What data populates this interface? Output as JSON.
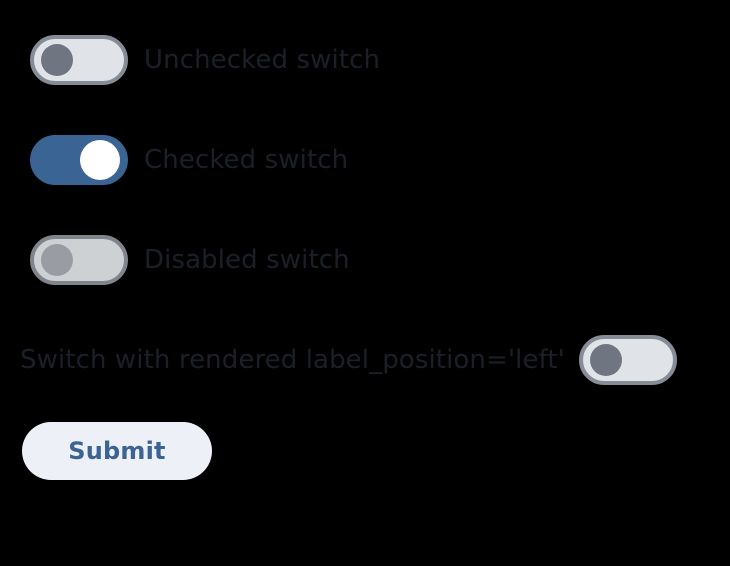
{
  "theme": {
    "background": "#000000",
    "label_color": "#1b2028",
    "track_off_color": "#e0e3e7",
    "track_off_border": "#858c95",
    "thumb_off_color": "#6f7681",
    "thumb_disabled_color": "#a7abb1",
    "track_on_color": "#3a6493",
    "thumb_on_color": "#ffffff",
    "button_background": "#eef0f8",
    "button_text_color": "#3b6394"
  },
  "switches": [
    {
      "name": "unchecked-switch",
      "label": "Unchecked switch",
      "state": "off",
      "checked": false,
      "disabled": false,
      "label_position": "right"
    },
    {
      "name": "checked-switch",
      "label": "Checked switch",
      "state": "on",
      "checked": true,
      "disabled": false,
      "label_position": "right"
    },
    {
      "name": "disabled-switch",
      "label": "Disabled switch",
      "state": "off",
      "checked": false,
      "disabled": true,
      "label_position": "right"
    },
    {
      "name": "label-left-switch",
      "label": "Switch with rendered label_position='left'",
      "state": "off",
      "checked": false,
      "disabled": false,
      "label_position": "left"
    }
  ],
  "form": {
    "submit_label": "Submit"
  }
}
